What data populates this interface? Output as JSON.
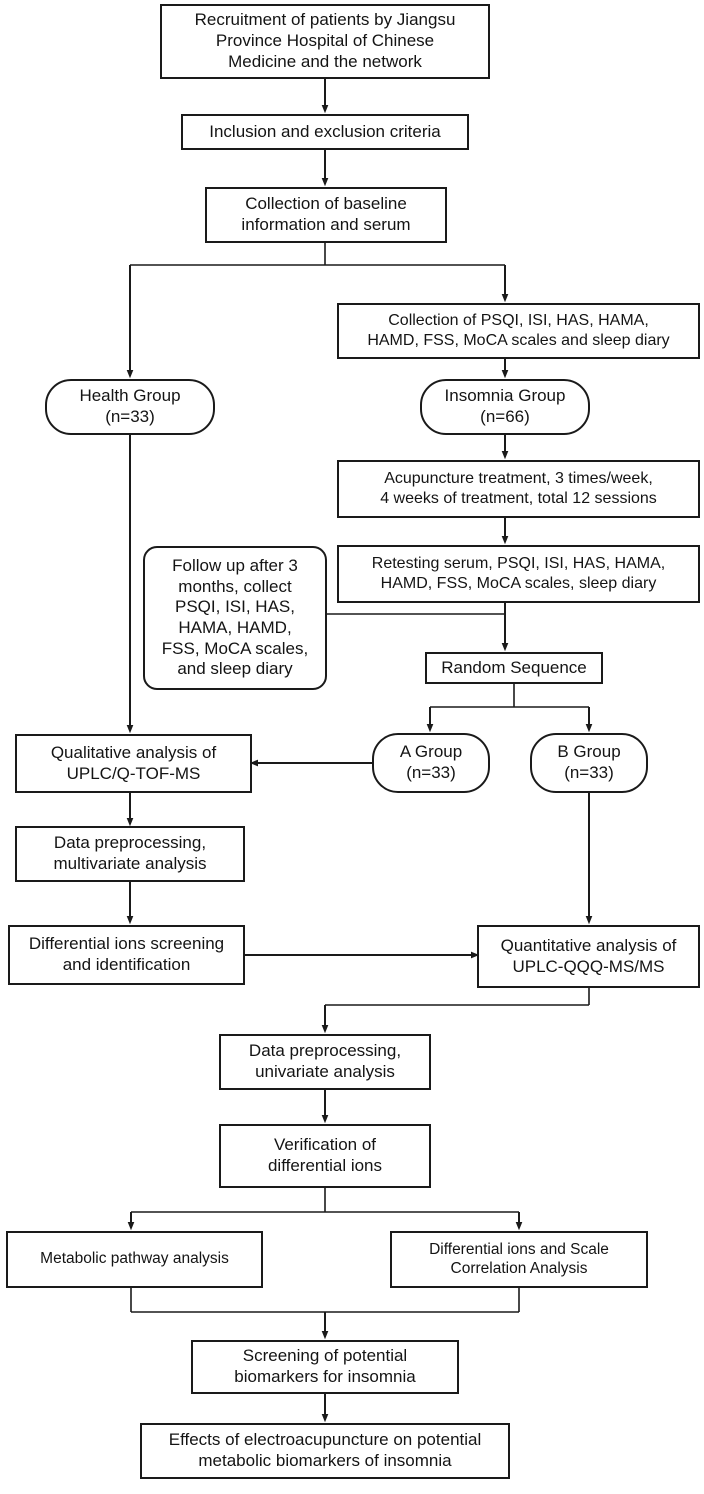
{
  "diagram": {
    "title": "Study flowchart of electroacupuncture metabolomics for insomnia",
    "background_color": "#ffffff",
    "line_color": "#1a1a1a",
    "text_color": "#141414"
  },
  "nodes": {
    "recruitment": "Recruitment of patients by Jiangsu\nProvince Hospital of Chinese\nMedicine and the network",
    "inclusion": "Inclusion and exclusion criteria",
    "baseline": "Collection of baseline\ninformation and serum",
    "scales_collection": "Collection of PSQI, ISI, HAS, HAMA,\nHAMD, FSS, MoCA scales and sleep diary",
    "health_group": "Health Group\n(n=33)",
    "insomnia_group": "Insomnia Group\n(n=66)",
    "acupuncture": "Acupuncture treatment, 3 times/week,\n4 weeks of treatment, total 12 sessions",
    "follow_up": "Follow up after 3\nmonths, collect\nPSQI, ISI, HAS,\nHAMA, HAMD,\nFSS, MoCA scales,\nand sleep diary",
    "retesting": "Retesting serum, PSQI, ISI, HAS, HAMA,\nHAMD, FSS, MoCA scales, sleep diary",
    "random_sequence": "Random Sequence",
    "a_group": "A Group\n(n=33)",
    "b_group": "B Group\n(n=33)",
    "qualitative": "Qualitative analysis of\nUPLC/Q-TOF-MS",
    "preprocessing_multivariate": "Data preprocessing,\nmultivariate analysis",
    "differential_screening": "Differential ions screening\nand identification",
    "quantitative": "Quantitative analysis of\nUPLC-QQQ-MS/MS",
    "preprocessing_univariate": "Data preprocessing,\nunivariate analysis",
    "verification": "Verification of\ndifferential ions",
    "metabolic_pathway": "Metabolic pathway analysis",
    "correlation": "Differential ions and Scale\nCorrelation Analysis",
    "screening_biomarkers": "Screening of potential\nbiomarkers for insomnia",
    "effects": "Effects of electroacupuncture on potential\nmetabolic biomarkers of insomnia"
  }
}
